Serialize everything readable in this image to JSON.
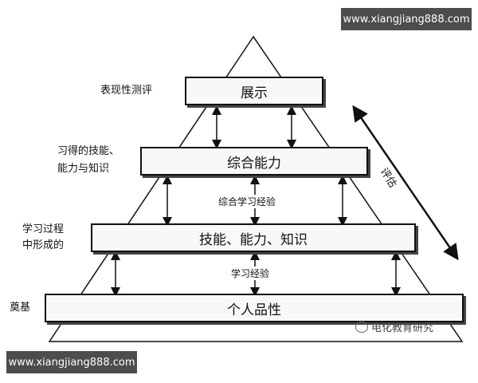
{
  "watermark_url": "www.xiangjiang888.com",
  "levels": {
    "top": "展示",
    "upper": "综合能力",
    "middle": "技能、能力、知识",
    "base": "个人品性"
  },
  "side_labels": {
    "top": "表现性测评",
    "upper_line1": "习得的技能、",
    "upper_line2": "能力与知识",
    "middle_line1": "学习过程",
    "middle_line2": "中形成的",
    "base": "奠基"
  },
  "between_labels": {
    "upper_middle": "综合学习经验",
    "middle_base": "学习经验"
  },
  "evaluation_label": "评估",
  "bottom_watermark": "电化教育研究"
}
